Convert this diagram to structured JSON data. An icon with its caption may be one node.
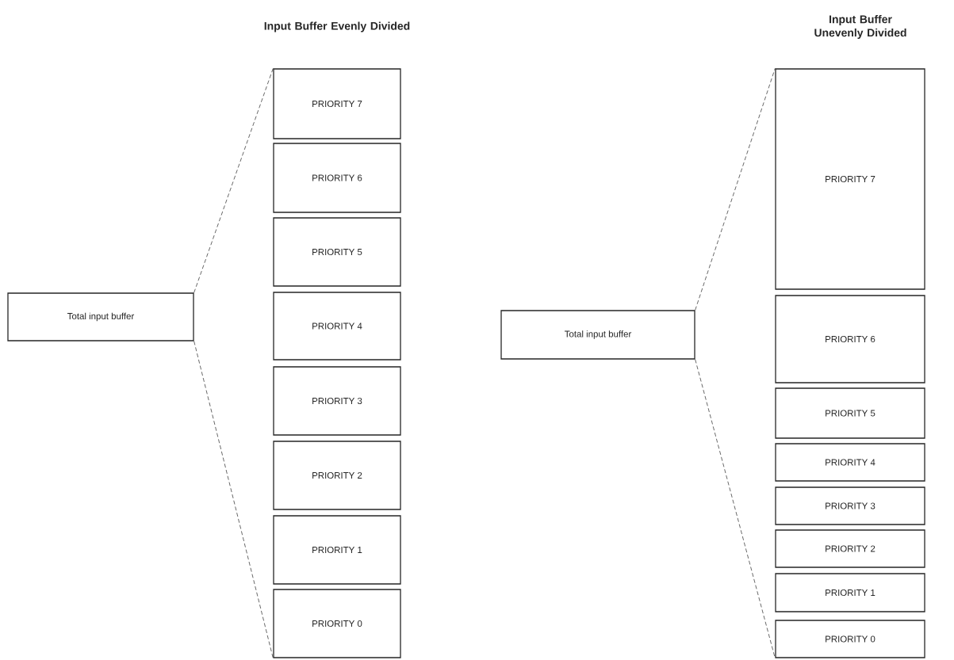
{
  "diagram": {
    "nodes": [
      {
        "text": [
          "Total input buffer"
        ]
      },
      {
        "text": [
          "PRIORITY 7"
        ]
      },
      {
        "text": [
          "PRIORITY 6"
        ]
      },
      {
        "text": [
          "PRIORITY 5"
        ]
      },
      {
        "text": [
          "PRIORITY 4"
        ]
      },
      {
        "text": [
          "PRIORITY 3"
        ]
      },
      {
        "text": [
          "PRIORITY 2"
        ]
      },
      {
        "text": [
          "PRIORITY 1"
        ]
      },
      {
        "text": [
          "PRIORITY 0"
        ]
      },
      {
        "text": [
          "Total input buffer"
        ]
      },
      {
        "text": [
          "PRIORITY 7"
        ]
      },
      {
        "text": [
          "PRIORITY 6"
        ]
      },
      {
        "text": [
          "PRIORITY 5"
        ]
      },
      {
        "text": [
          "PRIORITY 4"
        ]
      },
      {
        "text": [
          "PRIORITY 3"
        ]
      },
      {
        "text": [
          "PRIORITY 2"
        ]
      },
      {
        "text": [
          "PRIORITY 1"
        ]
      },
      {
        "text": [
          "PRIORITY 0"
        ]
      }
    ],
    "edges": [
      {
        "from": 0,
        "to": 1,
        "arrow": "none",
        "style": "dashed"
      },
      {
        "from": 0,
        "to": 8,
        "arrow": "none",
        "style": "dashed"
      },
      {
        "from": 9,
        "to": 10,
        "arrow": "none",
        "style": "dashed"
      },
      {
        "from": 9,
        "to": 17,
        "arrow": "none",
        "style": "dashed"
      }
    ],
    "labels": [
      "Input Buffer Evenly Divided",
      "Input Buffer Unevenly Divided"
    ]
  }
}
